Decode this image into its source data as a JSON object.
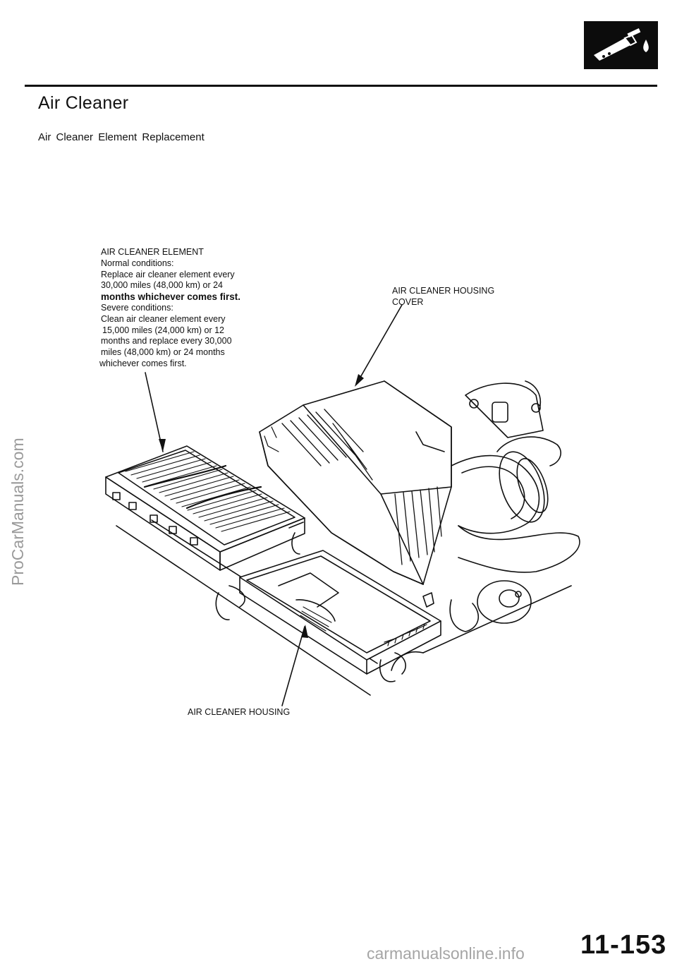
{
  "header": {
    "title": "Air Cleaner",
    "subtitle": "Air Cleaner Element Replacement",
    "icon": "fuel-nozzle-icon"
  },
  "callouts": {
    "element": {
      "label": "AIR CLEANER ELEMENT",
      "line1": "Normal  conditions:",
      "line2": "Replace air cleaner element every",
      "line3": "30,000 miles (48,000 km) or 24",
      "line4": "months whichever comes first.",
      "line5": "Severe conditions:",
      "line6": "Clean air cleaner element every",
      "line7": "15,000 miles (24,000 km) or 12",
      "line8": "months and replace every 30,000",
      "line9": "miles (48,000 km) or 24 months",
      "line10": "whichever comes first."
    },
    "cover": {
      "line1": "AIR CLEANER HOUSING",
      "line2": "COVER"
    },
    "housing": {
      "label": "AIR CLEANER HOUSING"
    }
  },
  "watermarks": {
    "left": "ProCarManuals.com",
    "bottom": "carmanualsonline.info"
  },
  "footer": {
    "page_number": "11-153"
  }
}
